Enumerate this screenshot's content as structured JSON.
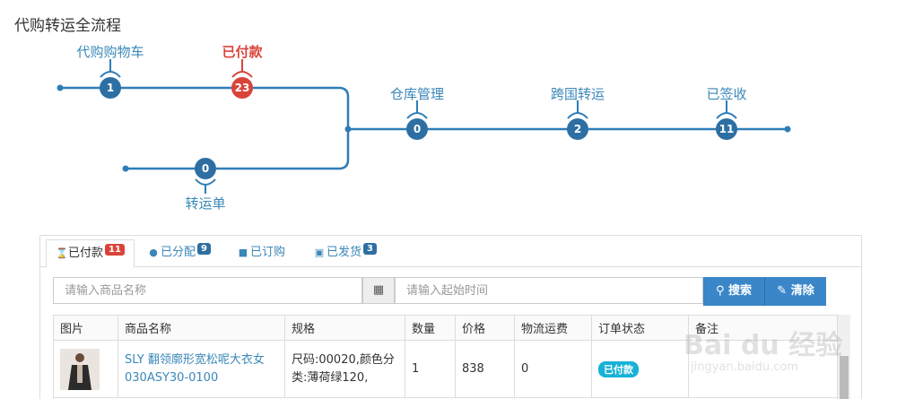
{
  "page_title": "代购转运全流程",
  "flow": {
    "top": [
      {
        "label": "代购购物车",
        "count": "1"
      },
      {
        "label": "已付款",
        "count": "23"
      }
    ],
    "main": [
      {
        "label": "仓库管理",
        "count": "0"
      },
      {
        "label": "跨国转运",
        "count": "2"
      },
      {
        "label": "已签收",
        "count": "11"
      }
    ],
    "bottom": {
      "label": "转运单",
      "count": "0"
    }
  },
  "tabs": [
    {
      "label": "已付款",
      "badge": "11",
      "icon": "hourglass-icon"
    },
    {
      "label": "已分配",
      "badge": "9",
      "icon": "user-icon"
    },
    {
      "label": "已订购",
      "badge": "",
      "icon": "briefcase-icon"
    },
    {
      "label": "已发货",
      "badge": "3",
      "icon": "truck-icon"
    }
  ],
  "search": {
    "product_placeholder": "请输入商品名称",
    "date_placeholder": "请输入起始时间",
    "search_label": "搜索",
    "clear_label": "清除"
  },
  "table": {
    "headers": [
      "图片",
      "商品名称",
      "规格",
      "数量",
      "价格",
      "物流运费",
      "订单状态",
      "备注"
    ],
    "rows": [
      {
        "name": "SLY 翻领廓形宽松呢大衣女030ASY30-0100",
        "spec": "尺码:00020,颜色分类:薄荷绿120,",
        "qty": "1",
        "price": "838",
        "shipping": "0",
        "status": "已付款",
        "note": ""
      }
    ]
  },
  "watermark": {
    "text": "Bai du 经验",
    "sub": "jingyan.baidu.com"
  },
  "colors": {
    "accent": "#2e6fa3",
    "active": "#d9443a",
    "status": "#17b2d6"
  }
}
